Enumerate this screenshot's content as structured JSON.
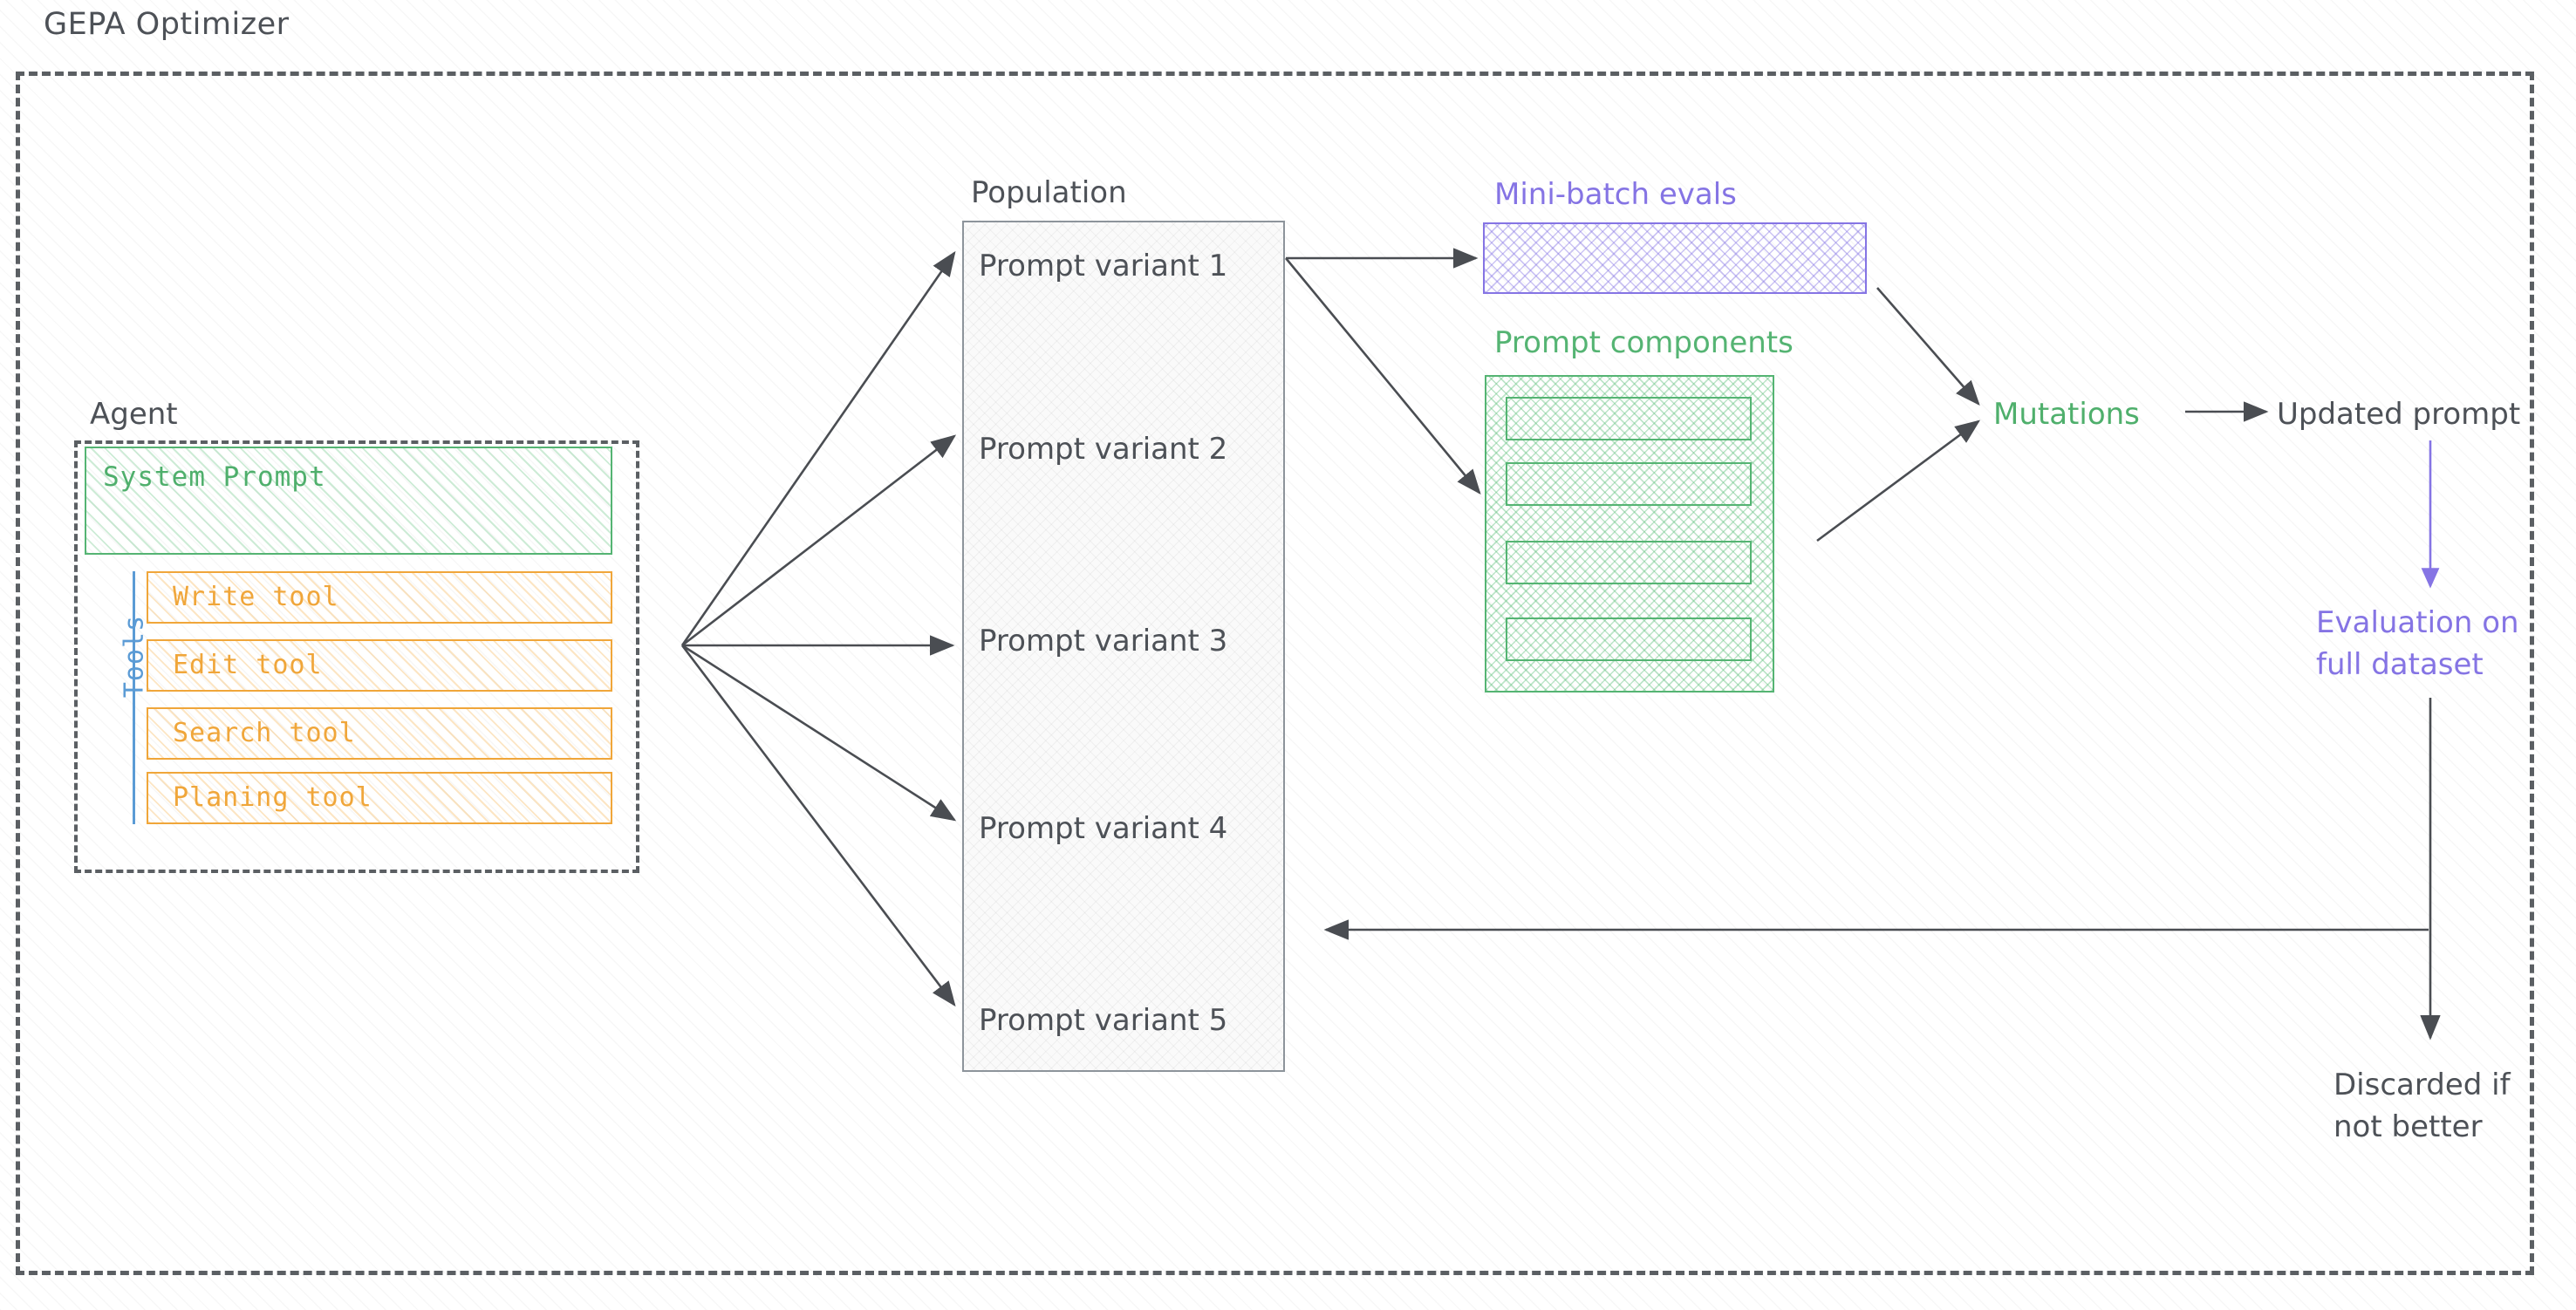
{
  "diagram": {
    "title": "GEPA Optimizer",
    "colors": {
      "ink": "#4d5157",
      "frame": "#5b5f63",
      "green": "#55b473",
      "green_text": "#4faf6c",
      "orange": "#f0a63a",
      "purple": "#8574e4",
      "blue": "#5b9bd5",
      "population_border": "#8d949b"
    }
  },
  "agent": {
    "label": "Agent",
    "system_prompt": {
      "label": "System Prompt"
    },
    "tools_rail_label": "Tools",
    "tools": [
      {
        "label": "Write tool"
      },
      {
        "label": "Edit tool"
      },
      {
        "label": "Search tool"
      },
      {
        "label": "Planing tool"
      }
    ]
  },
  "population": {
    "label": "Population",
    "variants": [
      {
        "label": "Prompt variant 1"
      },
      {
        "label": "Prompt variant 2"
      },
      {
        "label": "Prompt variant 3"
      },
      {
        "label": "Prompt variant 4"
      },
      {
        "label": "Prompt variant 5"
      }
    ]
  },
  "minibatch": {
    "label": "Mini-batch evals"
  },
  "components": {
    "label": "Prompt components",
    "slots": [
      {
        "label": ""
      },
      {
        "label": ""
      },
      {
        "label": ""
      },
      {
        "label": ""
      }
    ]
  },
  "pipeline": {
    "mutations": "Mutations",
    "updated_prompt": "Updated prompt",
    "evaluation_line1": "Evaluation on",
    "evaluation_line2": "full dataset",
    "discarded_line1": "Discarded if",
    "discarded_line2": "not better"
  }
}
